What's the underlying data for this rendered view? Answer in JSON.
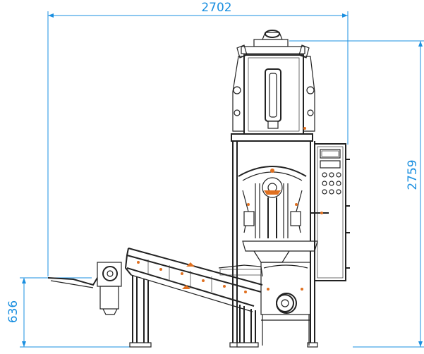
{
  "dimensions": {
    "overall_width": "2702",
    "overall_height": "2759",
    "conveyor_height": "636"
  },
  "colors": {
    "dimension": "#1a8fe0",
    "line": "#222222",
    "accent": "#e07020"
  }
}
